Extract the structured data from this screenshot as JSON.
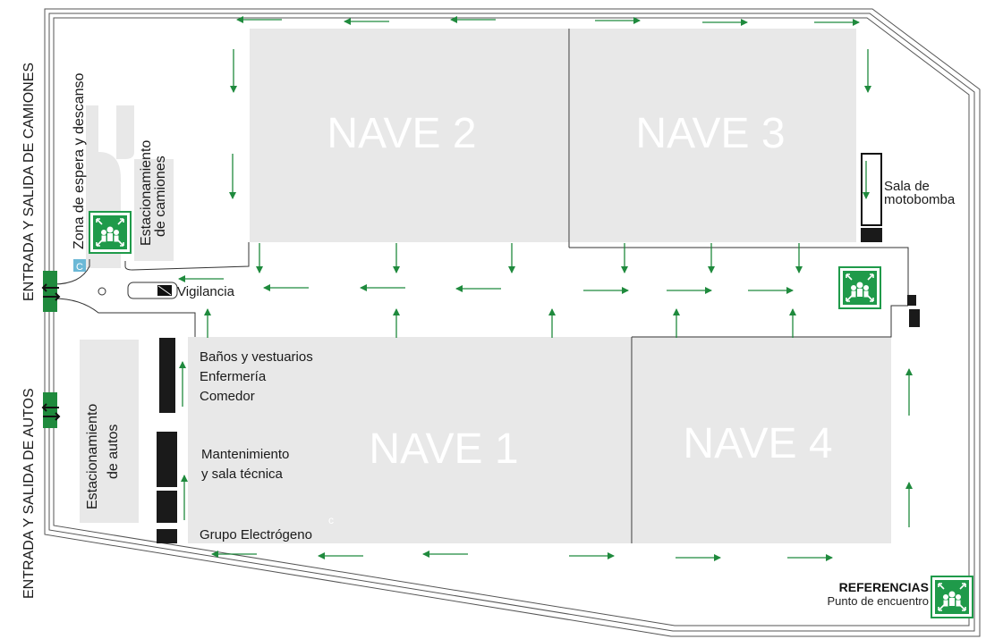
{
  "naves": {
    "nave1": "NAVE 1",
    "nave2": "NAVE 2",
    "nave3": "NAVE 3",
    "nave4": "NAVE 4"
  },
  "entrances": {
    "camiones": "ENTRADA Y SALIDA DE CAMIONES",
    "autos": "ENTRADA Y SALIDA DE AUTOS"
  },
  "zones": {
    "zona_espera": "Zona de espera y descanso",
    "estacionamiento_camiones_1": "Estacionamiento",
    "estacionamiento_camiones_2": "de camiones",
    "estacionamiento_autos_1": "Estacionamiento",
    "estacionamiento_autos_2": "de autos",
    "vigilancia": "Vigilancia",
    "sala_motobomba_1": "Sala de",
    "sala_motobomba_2": "motobomba",
    "c_marker_1": "C",
    "c_marker_2": "c"
  },
  "facilities": {
    "banos": "Baños y vestuarios",
    "enfermeria": "Enfermería",
    "comedor": "Comedor",
    "mantenimiento_1": "Mantenimiento",
    "mantenimiento_2": "y sala técnica",
    "grupo_electrogeno": "Grupo Electrógeno"
  },
  "legend": {
    "title": "REFERENCIAS",
    "item": "Punto de encuentro",
    "icon": "assembly-point-icon"
  },
  "colors": {
    "arrow": "#1f8a3d",
    "nave": "#e8e8e8",
    "assembly_green": "#1f9a4a"
  }
}
